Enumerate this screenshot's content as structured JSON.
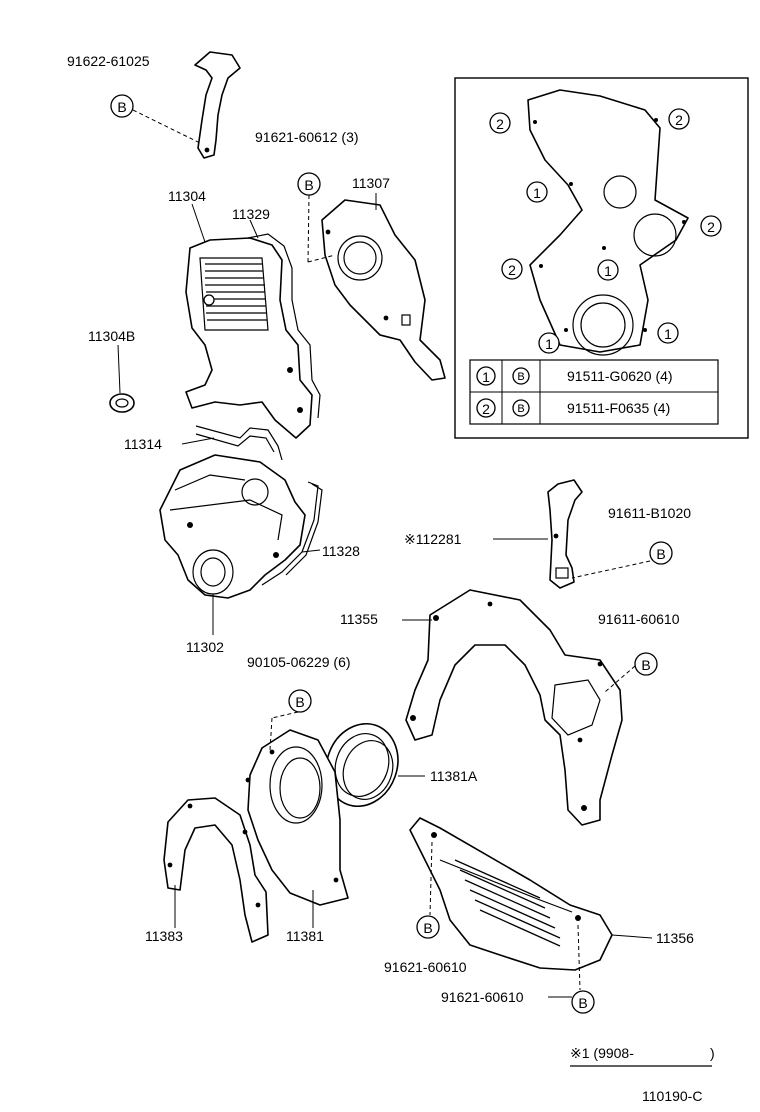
{
  "labels": {
    "p91622_61025": "91622-61025",
    "p91621_60612": "91621-60612 (3)",
    "p11304": "11304",
    "p11329": "11329",
    "p11307": "11307",
    "p11304B": "11304B",
    "p11314": "11314",
    "p11328": "11328",
    "p11302": "11302",
    "p112281": "※112281",
    "p91611_B1020": "91611-B1020",
    "p11355": "11355",
    "p91611_60610": "91611-60610",
    "p90105_06229": "90105-06229 (6)",
    "p11381A": "11381A",
    "p11383": "11383",
    "p11381": "11381",
    "p11356": "11356",
    "p91621_60610_a": "91621-60610",
    "p91621_60610_b": "91621-60610"
  },
  "callout_letter": "B",
  "bolt_markers": {
    "one": "1",
    "two": "2"
  },
  "bolt_table": {
    "rows": [
      {
        "marker": "1",
        "symbol": "B",
        "part": "91511-G0620 (4)"
      },
      {
        "marker": "2",
        "symbol": "B",
        "part": "91511-F0635 (4)"
      }
    ]
  },
  "footnote": "※1 (9908-",
  "footnote_close": ")",
  "diagram_code": "110190-C"
}
